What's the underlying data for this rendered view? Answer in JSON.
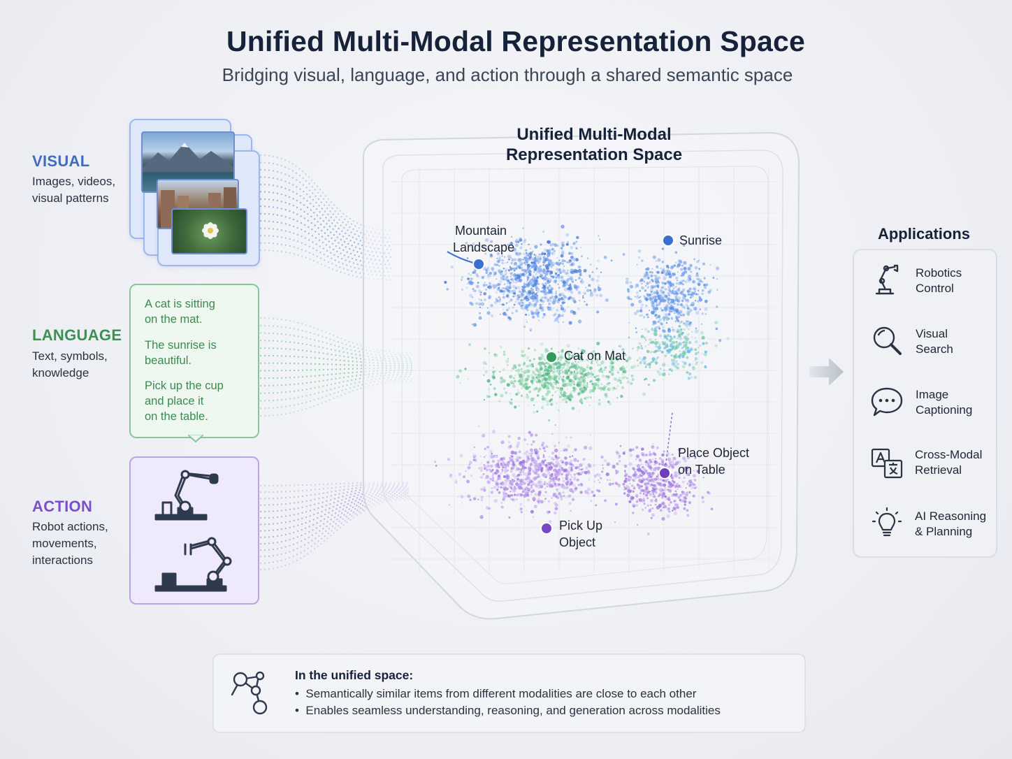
{
  "header": {
    "title": "Unified Multi-Modal Representation Space",
    "subtitle": "Bridging visual, language, and action through a shared semantic space"
  },
  "modalities": {
    "visual": {
      "title": "VISUAL",
      "desc_lines": [
        "Images, videos,",
        "visual patterns"
      ],
      "color": "#3f6cc2"
    },
    "language": {
      "title": "LANGUAGE",
      "desc_lines": [
        "Text, symbols,",
        "knowledge"
      ],
      "color": "#3e8f55",
      "examples": [
        [
          "A cat is sitting",
          "on the mat."
        ],
        [
          "The sunrise is",
          "beautiful."
        ],
        [
          "Pick up the cup",
          "and place it",
          "on the table."
        ]
      ]
    },
    "action": {
      "title": "ACTION",
      "desc_lines": [
        "Robot actions,",
        "movements,",
        "interactions"
      ],
      "color": "#7a4fc9"
    }
  },
  "space": {
    "title_lines": [
      "Unified Multi-Modal",
      "Representation Space"
    ],
    "points": [
      {
        "label_lines": [
          "Mountain",
          "Landscape"
        ],
        "color": "#3a6fd0"
      },
      {
        "label_lines": [
          "Sunrise"
        ],
        "color": "#3a6fd0"
      },
      {
        "label_lines": [
          "Cat on Mat"
        ],
        "color": "#2f9a5a"
      },
      {
        "label_lines": [
          "Place Object",
          "on Table"
        ],
        "color": "#6d3fb8"
      },
      {
        "label_lines": [
          "Pick Up",
          "Object"
        ],
        "color": "#7a45c9"
      }
    ]
  },
  "applications": {
    "title": "Applications",
    "items": [
      {
        "icon": "robot-arm-icon",
        "label_lines": [
          "Robotics",
          "Control"
        ]
      },
      {
        "icon": "magnifier-icon",
        "label_lines": [
          "Visual",
          "Search"
        ]
      },
      {
        "icon": "speech-bubble-icon",
        "label_lines": [
          "Image",
          "Captioning"
        ]
      },
      {
        "icon": "translate-icon",
        "label_lines": [
          "Cross-Modal",
          "Retrieval"
        ]
      },
      {
        "icon": "lightbulb-icon",
        "label_lines": [
          "AI Reasoning",
          "& Planning"
        ]
      }
    ]
  },
  "info": {
    "title": "In the unified space:",
    "bullets": [
      "Semantically similar items from different modalities are close to each other",
      "Enables seamless understanding, reasoning, and generation across modalities"
    ]
  }
}
